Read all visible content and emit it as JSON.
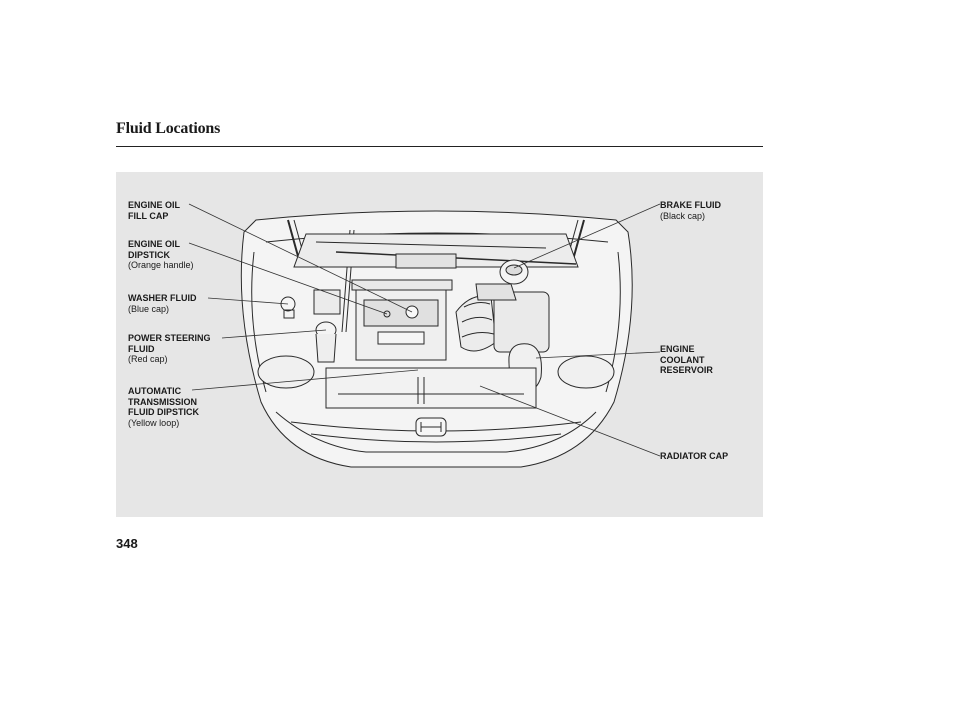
{
  "page": {
    "title": "Fluid Locations",
    "page_number": "348"
  },
  "callouts": {
    "engine_oil_fill_cap": {
      "line1": "ENGINE OIL",
      "line2": "FILL CAP"
    },
    "engine_oil_dipstick": {
      "line1": "ENGINE OIL",
      "line2": "DIPSTICK",
      "sub": "(Orange handle)"
    },
    "washer_fluid": {
      "line1": "WASHER FLUID",
      "sub": "(Blue cap)"
    },
    "power_steering_fluid": {
      "line1": "POWER STEERING",
      "line2": "FLUID",
      "sub": "(Red cap)"
    },
    "automatic_transmission_fluid_dipstick": {
      "line1": "AUTOMATIC",
      "line2": "TRANSMISSION",
      "line3": "FLUID DIPSTICK",
      "sub": "(Yellow loop)"
    },
    "brake_fluid": {
      "line1": "BRAKE FLUID",
      "sub": "(Black cap)"
    },
    "engine_coolant_reservoir": {
      "line1": "ENGINE",
      "line2": "COOLANT",
      "line3": "RESERVOIR"
    },
    "radiator_cap": {
      "line1": "RADIATOR CAP"
    }
  }
}
